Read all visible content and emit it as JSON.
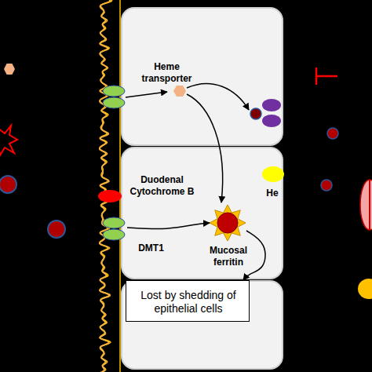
{
  "diagram": {
    "nodes": [
      {
        "text": [
          "Heme transporter"
        ]
      },
      {
        "text": [
          "Duodenal Cytochrome B"
        ]
      },
      {
        "text": [
          "He"
        ]
      },
      {
        "text": [
          "DMT1"
        ]
      },
      {
        "text": [
          "Mucosal ferritin"
        ]
      },
      {
        "text": [
          "Lost by shedding of epithelial cells"
        ]
      }
    ],
    "edges": [
      {
        "from": 3,
        "to": 4,
        "arrow": "to"
      },
      {
        "from": 4,
        "to": 5,
        "arrow": "to"
      }
    ]
  }
}
